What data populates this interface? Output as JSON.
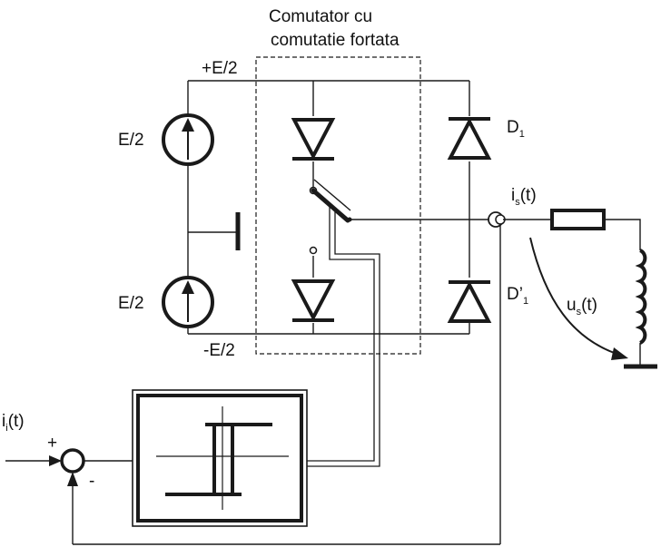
{
  "title": {
    "line1": "Comutator cu",
    "line2": "comutatie fortata"
  },
  "supply": {
    "plus": "+E/2",
    "minus": "-E/2",
    "source_top": "E/2",
    "source_bottom": "E/2"
  },
  "diodes": {
    "d1_main": "D",
    "d1_sub": "1",
    "d1p_main": "D’",
    "d1p_sub": "1"
  },
  "load": {
    "current_main": "i",
    "current_sub": "s",
    "current_arg": "(t)",
    "voltage_main": "u",
    "voltage_sub": "s",
    "voltage_arg": "(t)"
  },
  "control": {
    "ref_main": "i",
    "ref_sub": "i",
    "ref_arg": "(t)",
    "plus_sign": "+",
    "minus_sign": "-"
  },
  "colors": {
    "line": "#1a1a1a",
    "background": "#ffffff"
  }
}
